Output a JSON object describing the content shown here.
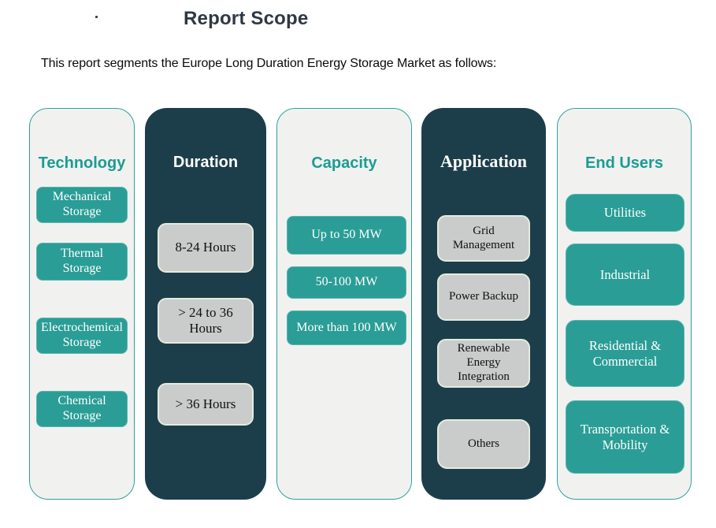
{
  "title": "Report Scope",
  "stray_mark": ".",
  "subtitle": "This report segments the Europe Long Duration Energy Storage Market as follows:",
  "colors": {
    "teal_accent": "#2A9D96",
    "teal_text": "#1B9C94",
    "dark_column_bg": "#1C3E4B",
    "light_column_bg": "#F1F1F0",
    "gray_box_bg": "#C9CCCB",
    "gray_box_border": "#E5EBDC",
    "title_color": "#2F3842"
  },
  "columns": [
    {
      "id": "technology",
      "header": "Technology",
      "theme": "light",
      "items": [
        "Mechanical Storage",
        "Thermal Storage",
        "Electrochemical Storage",
        "Chemical Storage"
      ]
    },
    {
      "id": "duration",
      "header": "Duration",
      "theme": "dark",
      "items": [
        "8-24 Hours",
        "> 24 to 36 Hours",
        "> 36 Hours"
      ]
    },
    {
      "id": "capacity",
      "header": "Capacity",
      "theme": "light",
      "items": [
        "Up to 50 MW",
        "50-100 MW",
        "More than 100 MW"
      ]
    },
    {
      "id": "application",
      "header": "Application",
      "theme": "dark",
      "items": [
        "Grid Management",
        "Power Backup",
        "Renewable Energy Integration",
        "Others"
      ]
    },
    {
      "id": "end-users",
      "header": "End Users",
      "theme": "light",
      "items": [
        "Utilities",
        "Industrial",
        "Residential & Commercial",
        "Transportation & Mobility"
      ]
    }
  ]
}
